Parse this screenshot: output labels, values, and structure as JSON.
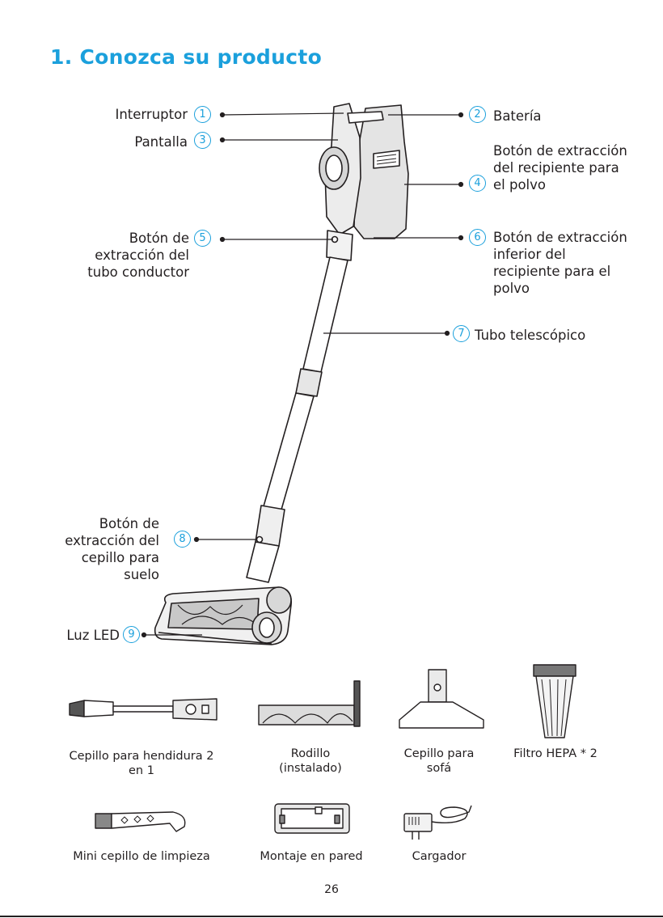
{
  "section_title": "1. Conozca su producto",
  "parts": [
    {
      "num": "1",
      "label": "Interruptor"
    },
    {
      "num": "2",
      "label": "Batería"
    },
    {
      "num": "3",
      "label": "Pantalla"
    },
    {
      "num": "4",
      "label": "Botón de extracción del recipiente para el polvo"
    },
    {
      "num": "5",
      "label": "Botón de extracción del tubo conductor"
    },
    {
      "num": "6",
      "label": "Botón de extracción inferior del recipiente para el polvo"
    },
    {
      "num": "7",
      "label": "Tubo telescópico"
    },
    {
      "num": "8",
      "label": "Botón de extracción del cepillo para suelo"
    },
    {
      "num": "9",
      "label": "Luz LED"
    }
  ],
  "accessories": [
    {
      "label": "Cepillo para hendidura 2 en 1"
    },
    {
      "label": "Rodillo (instalado)"
    },
    {
      "label": "Cepillo para sofá"
    },
    {
      "label": "Filtro HEPA * 2"
    },
    {
      "label": "Mini cepillo de limpieza"
    },
    {
      "label": "Montaje en pared"
    },
    {
      "label": "Cargador"
    }
  ],
  "page_number": "26",
  "colors": {
    "accent": "#1ba0dc",
    "text": "#231f20"
  }
}
